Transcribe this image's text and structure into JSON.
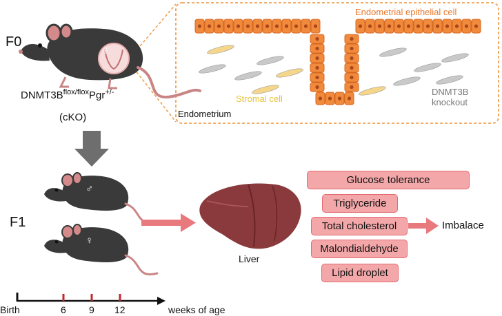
{
  "generations": {
    "f0": "F0",
    "f1": "F1"
  },
  "genotype": {
    "base": "DNMT3B",
    "sup1": "flox/flox",
    "gene2": "Pgr",
    "sup2": "+/-",
    "abbrev": "(cKO)"
  },
  "sex": {
    "female": "♀",
    "male": "♂"
  },
  "endometrium_panel": {
    "epithelial_label": "Endometrial epithelial cell",
    "stromal_label": "Stromal cell",
    "knockout_label_line1": "DNMT3B",
    "knockout_label_line2": "knockout",
    "region_label": "Endometrium"
  },
  "organ": {
    "label": "Liver"
  },
  "markers": [
    "Glucose tolerance",
    "Triglyceride",
    "Total cholesterol",
    "Malondialdehyde",
    "Lipid droplet"
  ],
  "outcome": "Imbalace",
  "timeline": {
    "start_label": "Birth",
    "ticks": [
      "6",
      "9",
      "12"
    ],
    "unit_label": "weeks of age"
  },
  "colors": {
    "epithelium": "#f08a3c",
    "epithelium_dark": "#d8671f",
    "nucleus": "#a9471c",
    "stromal": "#f5d68a",
    "knockout": "#c9c9c9",
    "callout_border": "#f0a050",
    "marker_fill": "#f3a7a9",
    "marker_border": "#e36a70",
    "arrow_pink": "#e87a7e",
    "liver": "#8a3a3c",
    "mouse": "#3a3a3a",
    "tick_red": "#c0272d"
  }
}
